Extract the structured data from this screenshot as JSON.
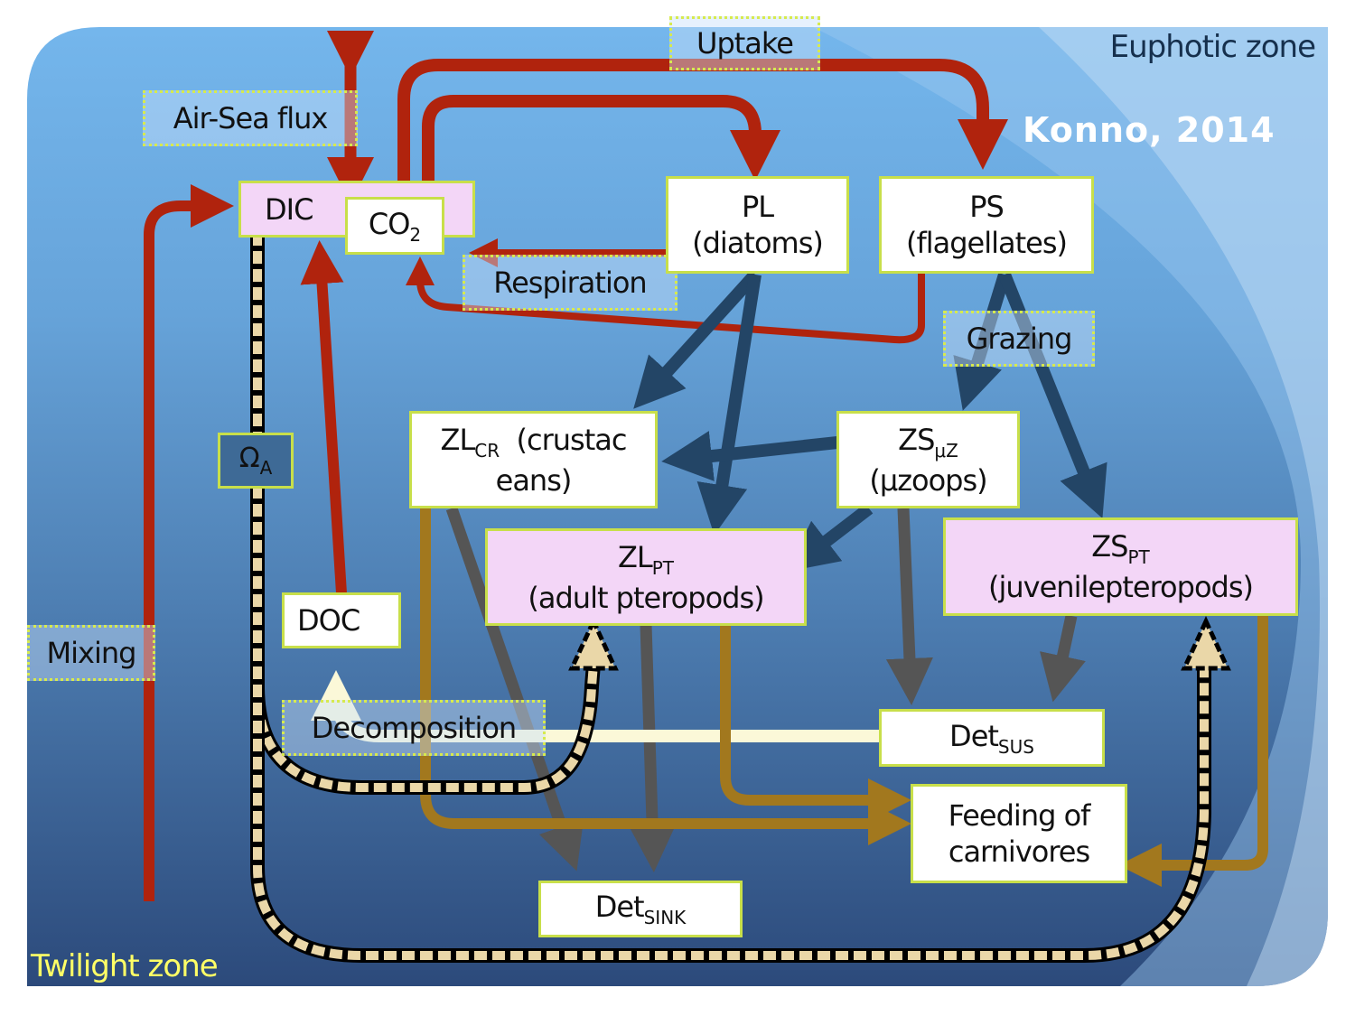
{
  "zones": {
    "euphotic": "Euphotic zone",
    "twilight": "Twilight zone"
  },
  "credit": "Konno, 2014",
  "colors": {
    "carbon_flow": "#b0230d",
    "grazing_flow": "#234566",
    "detritus_flow": "#555555",
    "carnivore_flow": "#a2781e",
    "decomposition_flow": "#fbf8d8",
    "migration_flow": "#ead7a8",
    "box_border": "#c8df4a",
    "pink_box": "#f3d6f7",
    "twilight_text": "#ffff66"
  },
  "process_labels": {
    "uptake": "Uptake",
    "air_sea_flux": "Air-Sea flux",
    "respiration": "Respiration",
    "grazing": "Grazing",
    "mixing": "Mixing",
    "decomposition": "Decomposition"
  },
  "nodes": {
    "dic": {
      "name": "DIC"
    },
    "co2": {
      "main": "CO",
      "sub": "2"
    },
    "pl": {
      "line1": "PL",
      "line2": "(diatoms)"
    },
    "ps": {
      "line1": "PS",
      "line2": "(flagellates)"
    },
    "zl_cr": {
      "main": "ZL",
      "sub": "CR",
      "rest": "  (crustac",
      "line2": "eans)"
    },
    "zs_uz": {
      "main": "ZS",
      "sub": "μZ",
      "line2": "(μzoops)"
    },
    "zl_pt": {
      "main": "ZL",
      "sub": "PT",
      "line2": "(adult pteropods)"
    },
    "zs_pt": {
      "main": "ZS",
      "sub": "PT",
      "line2": "(juvenilepteropods)"
    },
    "doc": {
      "name": "DOC"
    },
    "det_sus": {
      "main": "Det",
      "sub": "SUS"
    },
    "det_sink": {
      "main": "Det",
      "sub": "SINK"
    },
    "feeding": {
      "line1": "Feeding of",
      "line2": "carnivores"
    },
    "omega": {
      "main": "Ω",
      "sub": "A"
    }
  }
}
